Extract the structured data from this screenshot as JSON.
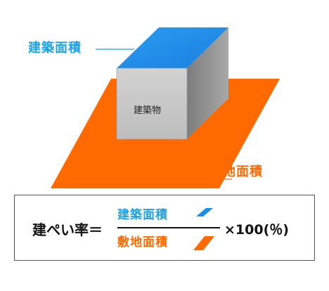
{
  "diagram": {
    "building_area_label": "建築面積",
    "site_area_label": "敷地面積",
    "building_label": "建築物"
  },
  "formula": {
    "lhs": "建ぺい率＝",
    "numerator": "建築面積",
    "denominator": "敷地面積",
    "rhs": "×100(％)"
  },
  "colors": {
    "building_area": "#1a8fe6",
    "site_area": "#ff6a00",
    "building_front": "#c8c8c8",
    "building_side": "#8f8f8f"
  }
}
